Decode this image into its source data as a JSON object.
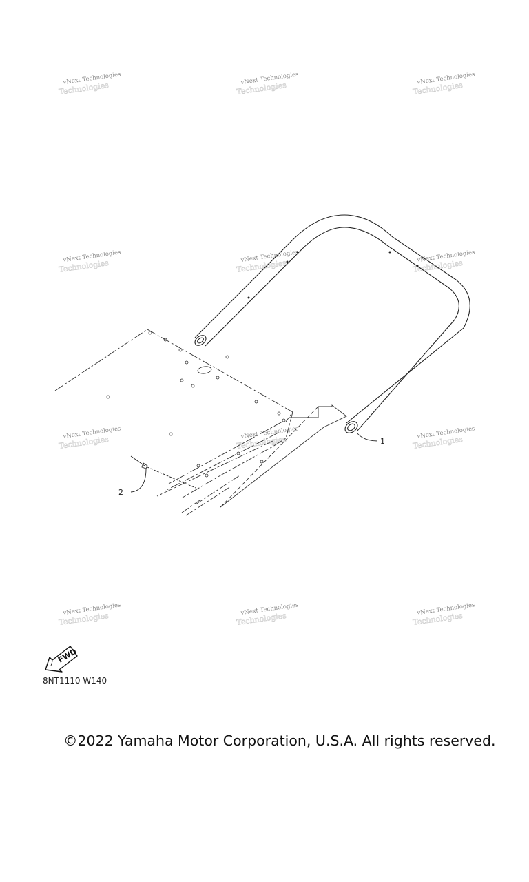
{
  "watermark": {
    "line1": "vNext Technologies",
    "line2": "Technologies"
  },
  "callouts": [
    {
      "label": "1"
    },
    {
      "label": "2"
    }
  ],
  "fwd_label": "FWD",
  "part_code": "8NT1110-W140",
  "copyright": "©2022 Yamaha Motor Corporation, U.S.A. All rights reserved.",
  "icons": {
    "forward_arrow": "fwd-arrow-icon"
  }
}
